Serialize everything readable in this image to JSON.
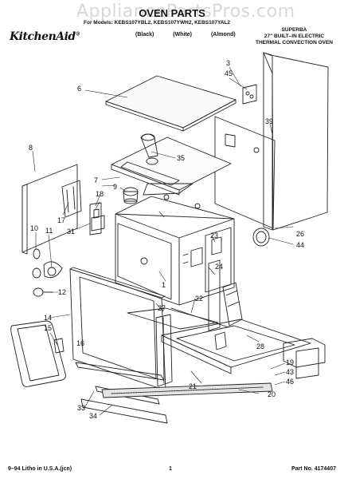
{
  "watermark": "AppliancePartsPros.com",
  "header": {
    "title": "OVEN PARTS",
    "models": "For Models: KEBS107YBL2, KEBS107YWH2, KEBS107YAL2",
    "color_labels": [
      "(Black)",
      "(White)",
      "(Almond)"
    ],
    "brand": "KitchenAid",
    "description_lines": [
      "SUPERBA",
      "27\" BUILT–IN ELECTRIC",
      "THERMAL CONVECTION OVEN"
    ]
  },
  "callouts": [
    "1",
    "3",
    "6",
    "7",
    "8",
    "9",
    "10",
    "11",
    "12",
    "14",
    "15",
    "16",
    "17",
    "18",
    "19",
    "20",
    "21",
    "22",
    "23",
    "24",
    "26",
    "27",
    "28",
    "31",
    "33",
    "34",
    "35",
    "39",
    "43",
    "44",
    "45",
    "46"
  ],
  "footer": {
    "litho": "9–94 Litho in U.S.A.(jcn)",
    "page": "1",
    "part_no": "Part No. 4174407"
  }
}
